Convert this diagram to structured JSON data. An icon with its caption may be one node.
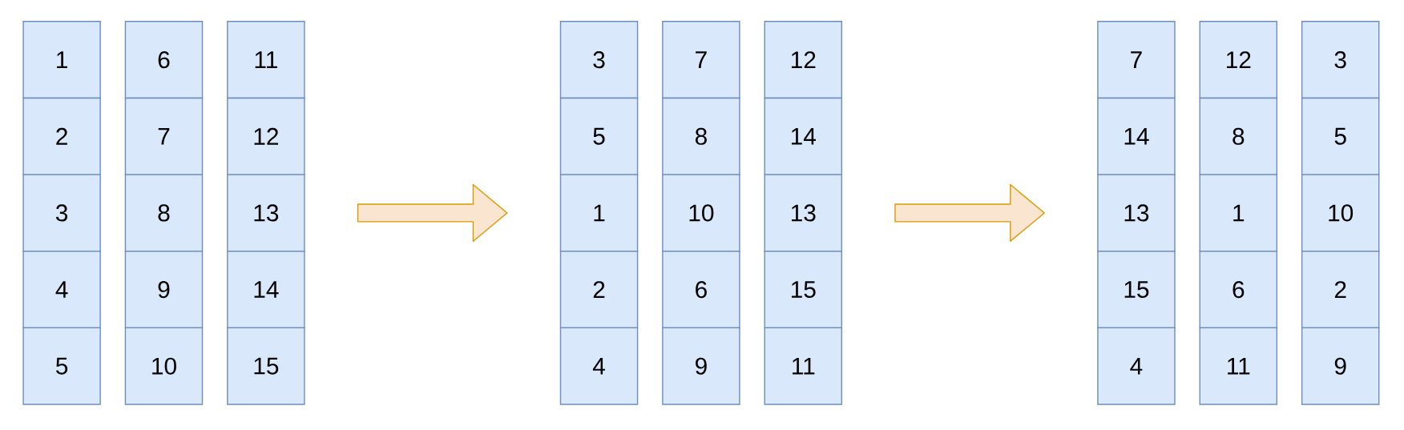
{
  "diagram": {
    "nodes": [
      {
        "text": [
          "1"
        ]
      },
      {
        "text": [
          "2"
        ]
      },
      {
        "text": [
          "3"
        ]
      },
      {
        "text": [
          "4"
        ]
      },
      {
        "text": [
          "5"
        ]
      },
      {
        "text": [
          "6"
        ]
      },
      {
        "text": [
          "7"
        ]
      },
      {
        "text": [
          "8"
        ]
      },
      {
        "text": [
          "9"
        ]
      },
      {
        "text": [
          "10"
        ]
      },
      {
        "text": [
          "11"
        ]
      },
      {
        "text": [
          "12"
        ]
      },
      {
        "text": [
          "13"
        ]
      },
      {
        "text": [
          "14"
        ]
      },
      {
        "text": [
          "15"
        ]
      },
      {
        "text": [
          "3"
        ]
      },
      {
        "text": [
          "5"
        ]
      },
      {
        "text": [
          "1"
        ]
      },
      {
        "text": [
          "2"
        ]
      },
      {
        "text": [
          "4"
        ]
      },
      {
        "text": [
          "7"
        ]
      },
      {
        "text": [
          "8"
        ]
      },
      {
        "text": [
          "10"
        ]
      },
      {
        "text": [
          "6"
        ]
      },
      {
        "text": [
          "9"
        ]
      },
      {
        "text": [
          "12"
        ]
      },
      {
        "text": [
          "14"
        ]
      },
      {
        "text": [
          "13"
        ]
      },
      {
        "text": [
          "15"
        ]
      },
      {
        "text": [
          "11"
        ]
      },
      {
        "text": [
          "7"
        ]
      },
      {
        "text": [
          "14"
        ]
      },
      {
        "text": [
          "13"
        ]
      },
      {
        "text": [
          "15"
        ]
      },
      {
        "text": [
          "4"
        ]
      },
      {
        "text": [
          "12"
        ]
      },
      {
        "text": [
          "8"
        ]
      },
      {
        "text": [
          "1"
        ]
      },
      {
        "text": [
          "6"
        ]
      },
      {
        "text": [
          "11"
        ]
      },
      {
        "text": [
          "3"
        ]
      },
      {
        "text": [
          "5"
        ]
      },
      {
        "text": [
          "10"
        ]
      },
      {
        "text": [
          "2"
        ]
      },
      {
        "text": [
          "9"
        ]
      }
    ],
    "edges": [
      {
        "from": 12,
        "to": 17,
        "arrow": "to"
      },
      {
        "from": 27,
        "to": 32,
        "arrow": "to"
      }
    ]
  }
}
